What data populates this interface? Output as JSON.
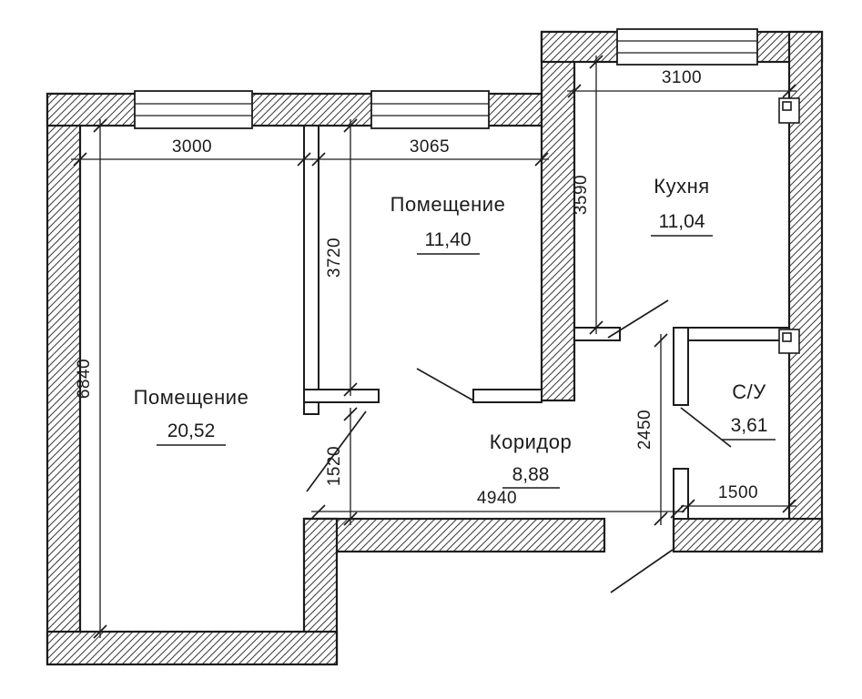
{
  "plan": {
    "rooms": [
      {
        "name": "Помещение",
        "area": "20,52"
      },
      {
        "name": "Помещение",
        "area": "11,40"
      },
      {
        "name": "Кухня",
        "area": "11,04"
      },
      {
        "name": "Коридор",
        "area": "8,88"
      },
      {
        "name": "С/У",
        "area": "3,61"
      }
    ],
    "dimensions": {
      "room1_width": "3000",
      "room1_height": "6840",
      "room2_width": "3065",
      "room2_height": "3720",
      "kitchen_width": "3100",
      "kitchen_height": "3590",
      "room1_opening": "1520",
      "bathroom_height": "2450",
      "corridor_width": "4940",
      "bathroom_width": "1500"
    },
    "colors": {
      "line": "#1c1c1c",
      "background": "#ffffff"
    }
  }
}
